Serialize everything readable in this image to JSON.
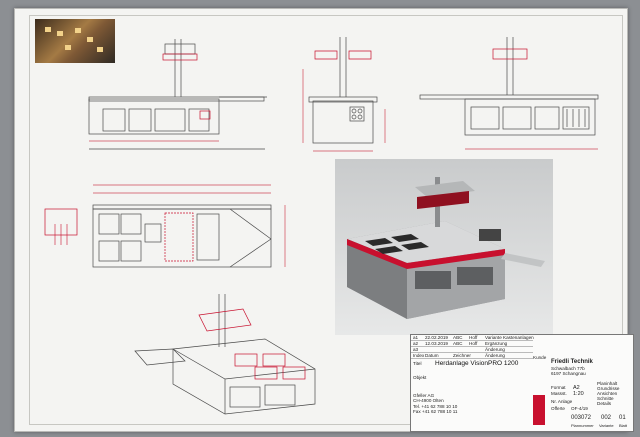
{
  "title_block": {
    "rows": [
      {
        "no": "a1",
        "date": "22.02.2019",
        "ini": "ABC",
        "who": "Hoff",
        "note": "Variante Kastenanlagen"
      },
      {
        "no": "a2",
        "date": "12.03.2019",
        "ini": "ABC",
        "who": "Hoff",
        "note": "Ergänzung"
      },
      {
        "no": "a3",
        "date": "",
        "ini": "",
        "who": "",
        "note": "Änderung"
      },
      {
        "no": "Index",
        "date": "Datum",
        "ini": "Zeichner",
        "who": "",
        "note": "Änderung"
      }
    ],
    "kunde_label": "Kunde",
    "titel_label": "Titel",
    "objekt_label": "Objekt",
    "project_title": "Herdanlage VisionPRO 1200",
    "company_name": "Friedli Technik",
    "company_address_1": "Schwalbach 77b",
    "company_address_2": "6197 Schangnau",
    "left_block_lines": [
      "Gfeller AG",
      "CH-4900 Olten",
      "Tel. +41 62 788 10 10",
      "Fax +41 62 788 10 11"
    ],
    "format_label": "Format",
    "format_value": "A2",
    "scale_label": "Massst.",
    "scale_value": "1:20",
    "number_label": "Nr. Anlage",
    "offer_label": "Offerte",
    "offer_value": "OF-4/19",
    "right_list": [
      "Planinhalt",
      "Grundrisse",
      "Ansichten",
      "Schnitte",
      "Details"
    ],
    "drawing_no": "003072",
    "index_a": "002",
    "index_b": "01",
    "drawing_no_label": "Plannummer",
    "index_a_label": "Variante",
    "index_b_label": "Blatt"
  },
  "colors": {
    "paper": "#f4f4f2",
    "line": "#4a4a4a",
    "accent_red": "#c8102e",
    "dim_red": "#d0485a"
  }
}
